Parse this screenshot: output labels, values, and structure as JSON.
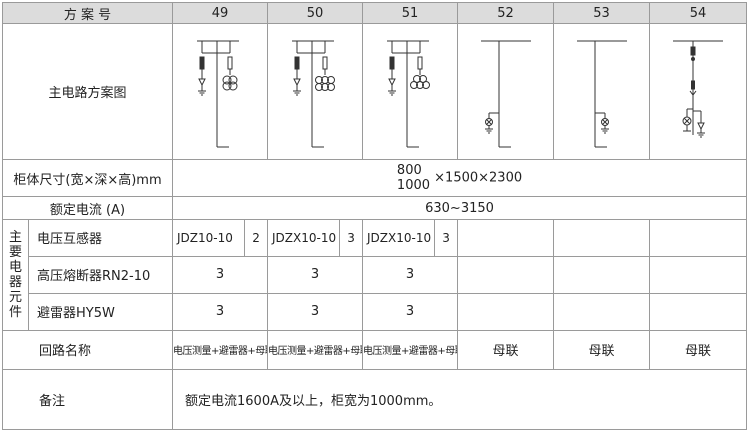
{
  "header": {
    "label": "方 案 号",
    "schemes": [
      "49",
      "50",
      "51",
      "52",
      "53",
      "54"
    ]
  },
  "rows": {
    "diagram_label": "主电路方案图",
    "dimensions": {
      "label": "柜体尺寸(宽×深×高)mm",
      "width_a": "800",
      "width_b": "1000",
      "rest": "×1500×2300"
    },
    "rated_current": {
      "label": "额定电流 (A)",
      "value": "630~3150"
    },
    "main_components": {
      "group_label": "主要电器元件",
      "vt": {
        "label": "电压互感器",
        "cells": [
          {
            "model": "JDZ10-10",
            "qty": "2"
          },
          {
            "model": "JDZX10-10",
            "qty": "3"
          },
          {
            "model": "JDZX10-10",
            "qty": "3"
          }
        ]
      },
      "fuse": {
        "label": "高压熔断器RN2-10",
        "cells": [
          "3",
          "3",
          "3"
        ]
      },
      "arrester": {
        "label": "避雷器HY5W",
        "cells": [
          "3",
          "3",
          "3"
        ]
      }
    },
    "circuit_name": {
      "label": "回路名称",
      "cells": [
        "电压测量+避雷器+母联",
        "电压测量+避雷器+母联",
        "电压测量+避雷器+母联",
        "母联",
        "母联",
        "母联"
      ]
    },
    "remarks": {
      "label": "备注",
      "text": "额定电流1600A及以上，柜宽为1000mm。"
    }
  }
}
